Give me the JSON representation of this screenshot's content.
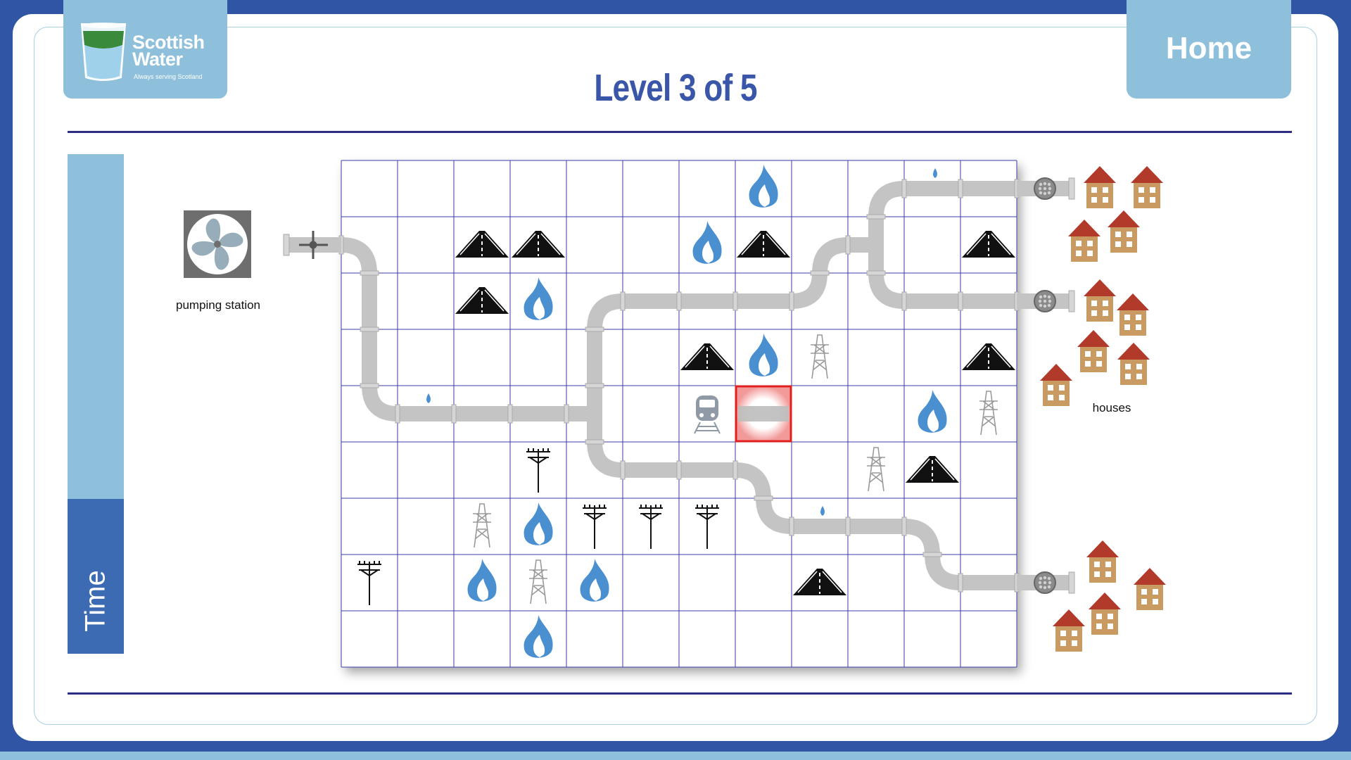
{
  "brand": {
    "name_line1": "Scottish",
    "name_line2": "Water",
    "tagline": "Always serving Scotland"
  },
  "nav": {
    "home_label": "Home"
  },
  "level": {
    "title": "Level 3 of 5",
    "current": 3,
    "total": 5
  },
  "timer": {
    "label": "Time",
    "remaining_fraction": 0.31
  },
  "pumping_station": {
    "label": "pumping station",
    "icon": "fan-icon"
  },
  "houses": {
    "label": "houses",
    "icon": "house-icon"
  },
  "colors": {
    "frame": "#2f55a4",
    "tab": "#8ec0dc",
    "title": "#3a56a8",
    "pipe": "#c4c4c4",
    "flame": "#4a90d0",
    "grid_line": "#3c3caa",
    "selection": "#e0201e"
  },
  "grid": {
    "rows": 9,
    "cols": 12,
    "selected": {
      "row": 4,
      "col": 7
    },
    "obstacles": [
      {
        "row": 0,
        "col": 7,
        "type": "gas-flame"
      },
      {
        "row": 1,
        "col": 2,
        "type": "road"
      },
      {
        "row": 1,
        "col": 3,
        "type": "road"
      },
      {
        "row": 1,
        "col": 6,
        "type": "gas-flame"
      },
      {
        "row": 1,
        "col": 7,
        "type": "road"
      },
      {
        "row": 1,
        "col": 11,
        "type": "road"
      },
      {
        "row": 2,
        "col": 2,
        "type": "road"
      },
      {
        "row": 2,
        "col": 3,
        "type": "gas-flame"
      },
      {
        "row": 3,
        "col": 6,
        "type": "road"
      },
      {
        "row": 3,
        "col": 7,
        "type": "gas-flame"
      },
      {
        "row": 3,
        "col": 8,
        "type": "pylon"
      },
      {
        "row": 3,
        "col": 11,
        "type": "road"
      },
      {
        "row": 4,
        "col": 6,
        "type": "train"
      },
      {
        "row": 4,
        "col": 10,
        "type": "gas-flame"
      },
      {
        "row": 4,
        "col": 11,
        "type": "pylon"
      },
      {
        "row": 5,
        "col": 3,
        "type": "telegraph-pole"
      },
      {
        "row": 5,
        "col": 9,
        "type": "pylon"
      },
      {
        "row": 5,
        "col": 10,
        "type": "road"
      },
      {
        "row": 6,
        "col": 2,
        "type": "pylon"
      },
      {
        "row": 6,
        "col": 3,
        "type": "gas-flame"
      },
      {
        "row": 6,
        "col": 4,
        "type": "telegraph-pole"
      },
      {
        "row": 6,
        "col": 5,
        "type": "telegraph-pole"
      },
      {
        "row": 6,
        "col": 6,
        "type": "telegraph-pole"
      },
      {
        "row": 7,
        "col": 0,
        "type": "telegraph-pole"
      },
      {
        "row": 7,
        "col": 2,
        "type": "gas-flame"
      },
      {
        "row": 7,
        "col": 3,
        "type": "pylon"
      },
      {
        "row": 7,
        "col": 4,
        "type": "gas-flame"
      },
      {
        "row": 7,
        "col": 8,
        "type": "road"
      },
      {
        "row": 8,
        "col": 3,
        "type": "gas-flame"
      }
    ],
    "pipes": [
      {
        "row": 1,
        "col": 0,
        "shape": "corner-west-south"
      },
      {
        "row": 2,
        "col": 0,
        "shape": "vertical"
      },
      {
        "row": 3,
        "col": 0,
        "shape": "vertical"
      },
      {
        "row": 4,
        "col": 0,
        "shape": "corner-north-east"
      },
      {
        "row": 4,
        "col": 1,
        "shape": "horizontal",
        "leak": true
      },
      {
        "row": 4,
        "col": 2,
        "shape": "horizontal"
      },
      {
        "row": 4,
        "col": 3,
        "shape": "horizontal"
      },
      {
        "row": 4,
        "col": 4,
        "shape": "tee-west"
      },
      {
        "row": 3,
        "col": 4,
        "shape": "vertical"
      },
      {
        "row": 2,
        "col": 4,
        "shape": "corner-south-east"
      },
      {
        "row": 2,
        "col": 5,
        "shape": "horizontal"
      },
      {
        "row": 2,
        "col": 6,
        "shape": "horizontal"
      },
      {
        "row": 2,
        "col": 7,
        "shape": "horizontal"
      },
      {
        "row": 2,
        "col": 8,
        "shape": "corner-west-north"
      },
      {
        "row": 1,
        "col": 8,
        "shape": "corner-south-east"
      },
      {
        "row": 1,
        "col": 9,
        "shape": "tee-west"
      },
      {
        "row": 0,
        "col": 9,
        "shape": "corner-south-east"
      },
      {
        "row": 0,
        "col": 10,
        "shape": "horizontal",
        "leak": true
      },
      {
        "row": 0,
        "col": 11,
        "shape": "horizontal"
      },
      {
        "row": 2,
        "col": 9,
        "shape": "corner-north-east"
      },
      {
        "row": 2,
        "col": 10,
        "shape": "horizontal"
      },
      {
        "row": 2,
        "col": 11,
        "shape": "horizontal"
      },
      {
        "row": 5,
        "col": 4,
        "shape": "corner-north-east"
      },
      {
        "row": 5,
        "col": 5,
        "shape": "horizontal"
      },
      {
        "row": 5,
        "col": 6,
        "shape": "horizontal"
      },
      {
        "row": 5,
        "col": 7,
        "shape": "corner-west-south"
      },
      {
        "row": 6,
        "col": 7,
        "shape": "corner-north-east"
      },
      {
        "row": 6,
        "col": 8,
        "shape": "horizontal",
        "leak": true
      },
      {
        "row": 6,
        "col": 9,
        "shape": "horizontal"
      },
      {
        "row": 6,
        "col": 10,
        "shape": "corner-west-south"
      },
      {
        "row": 7,
        "col": 10,
        "shape": "corner-north-east"
      },
      {
        "row": 7,
        "col": 11,
        "shape": "horizontal"
      },
      {
        "row": 4,
        "col": 7,
        "shape": "horizontal",
        "selected": true
      }
    ],
    "outlets": [
      0,
      2,
      7
    ]
  }
}
